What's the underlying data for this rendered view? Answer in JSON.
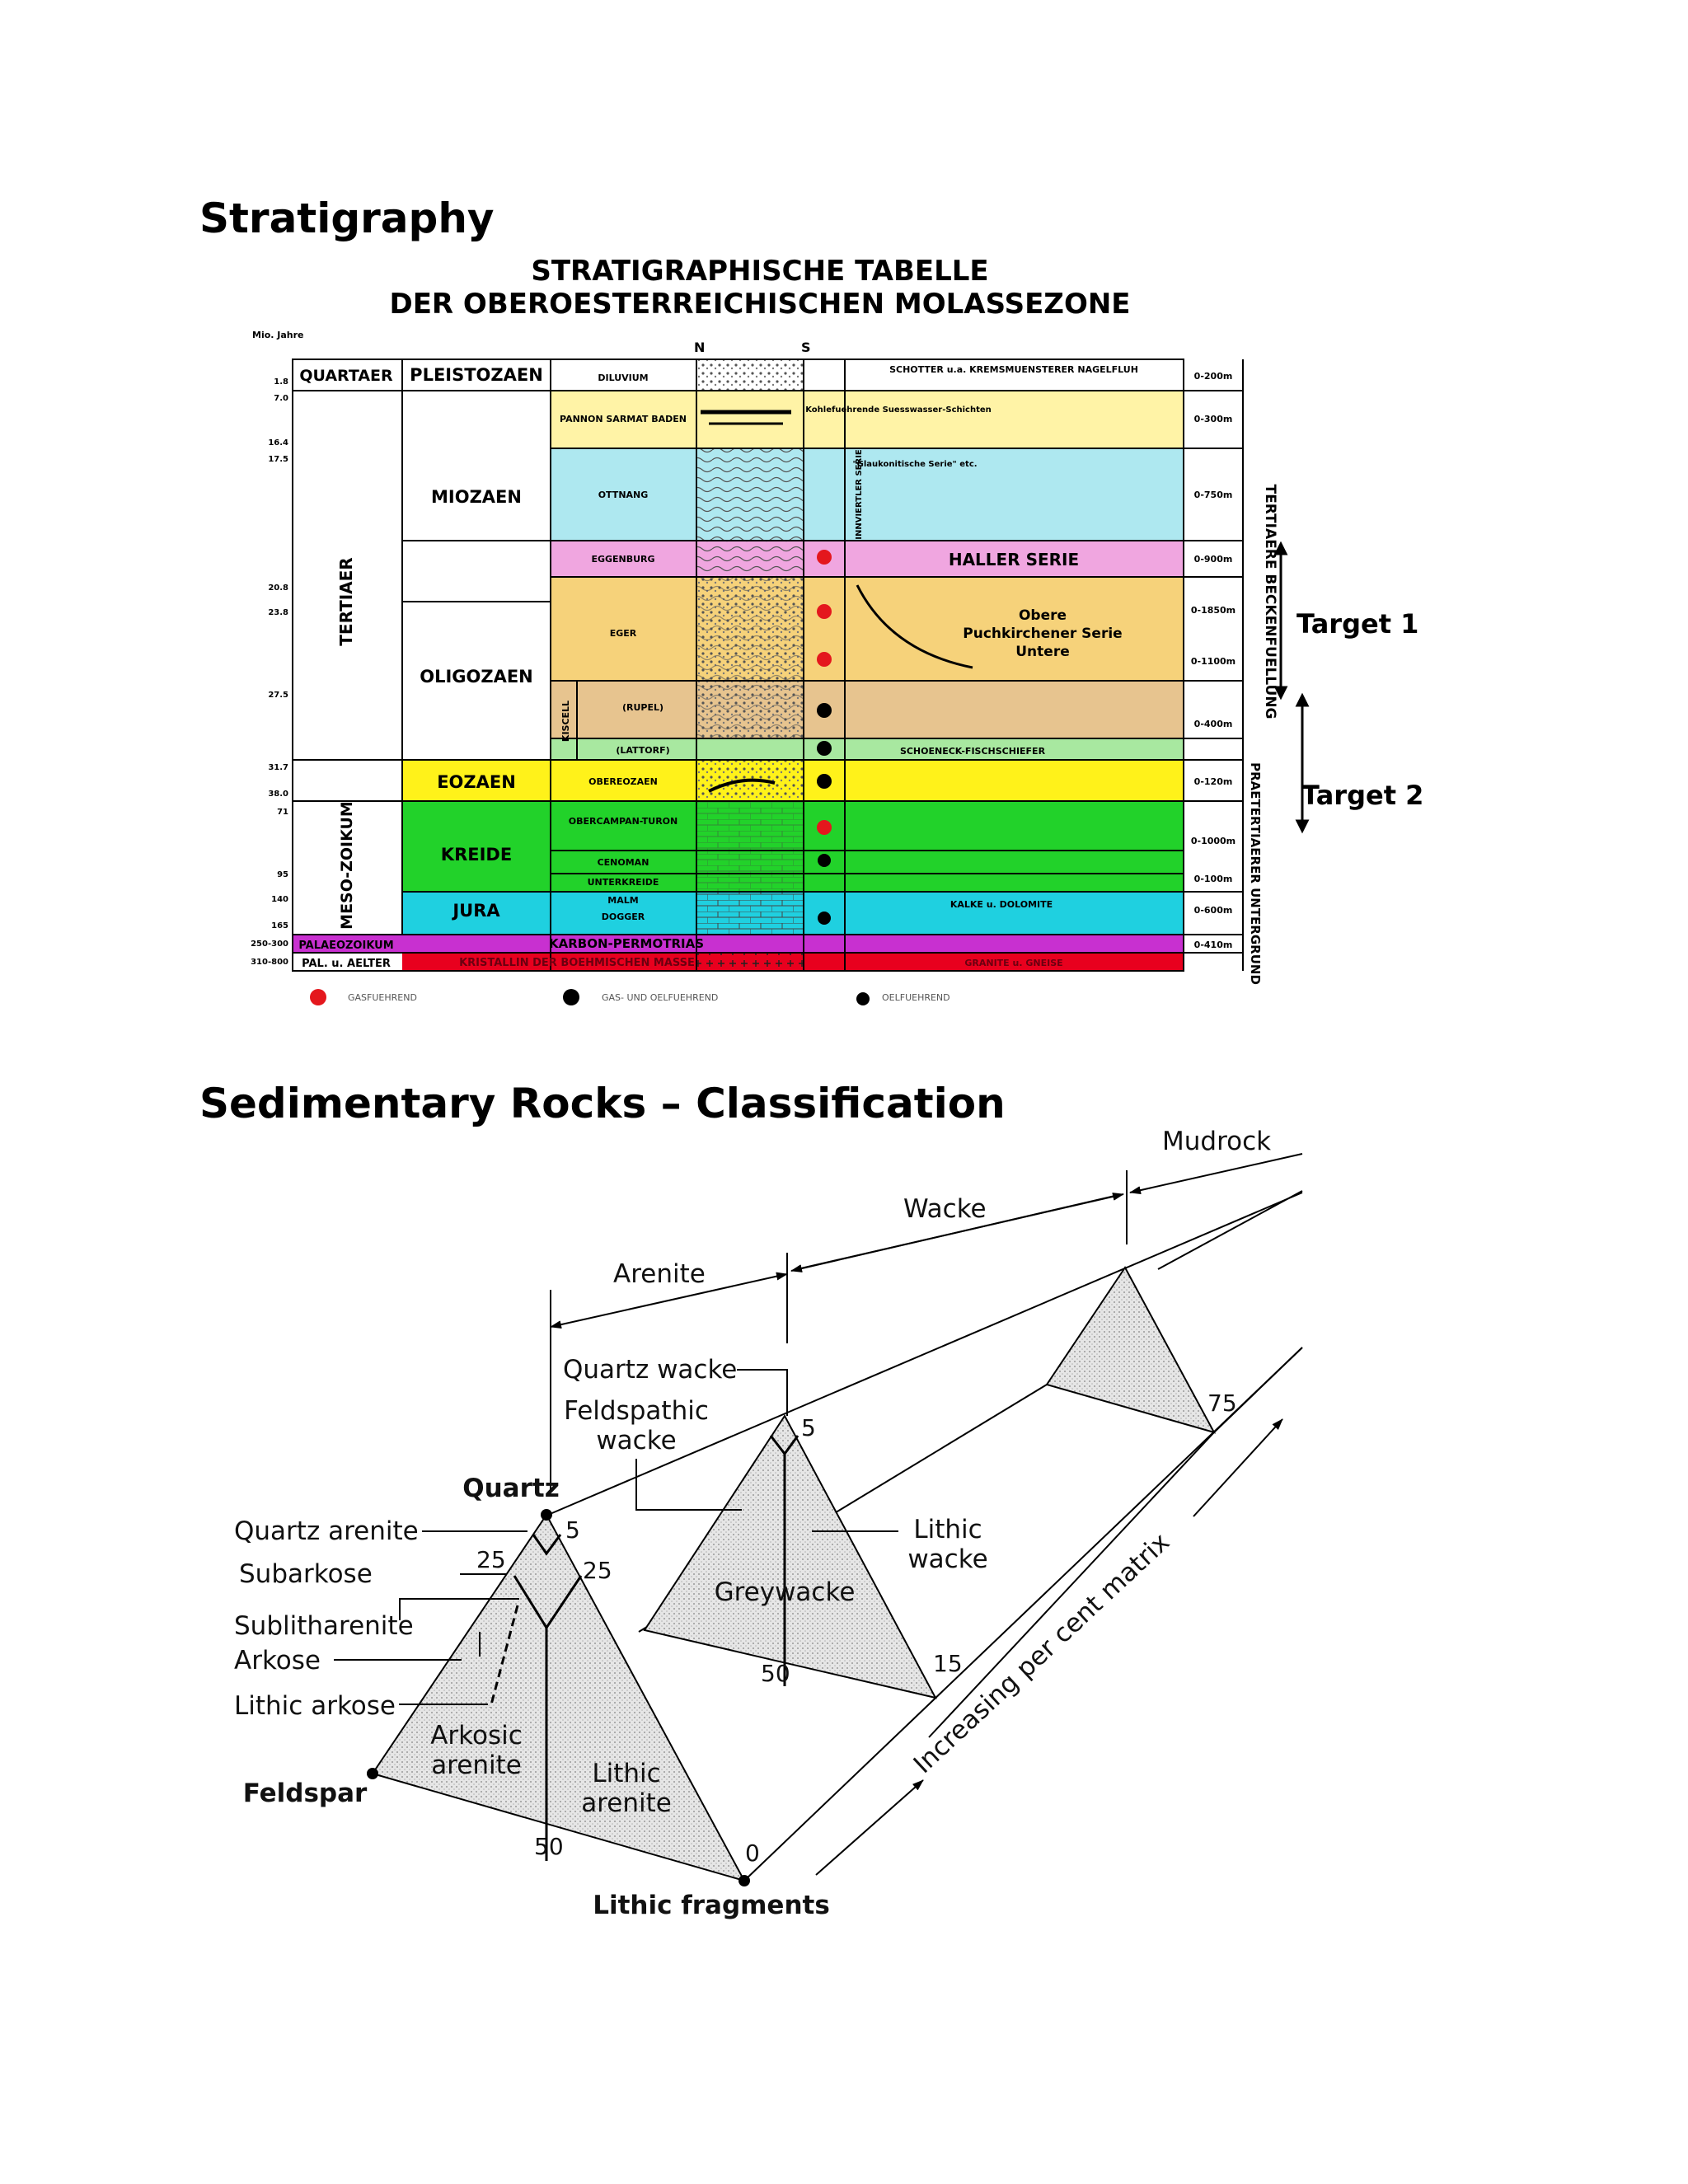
{
  "headings": {
    "stratigraphy": "Stratigraphy",
    "sedimentary": "Sedimentary Rocks – Classification"
  },
  "strat": {
    "title1": "STRATIGRAPHISCHE TABELLE",
    "title2": "DER OBEROESTERREICHISCHEN MOLASSEZONE",
    "mio_label": "Mio. Jahre",
    "ns": [
      "N",
      "S"
    ],
    "ages": [
      "1.8",
      "7.0",
      "16.4",
      "17.5",
      "20.8",
      "23.8",
      "27.5",
      "31.7",
      "38.0",
      "71",
      "95",
      "140",
      "165",
      "250-300",
      "310-800"
    ],
    "systems": {
      "quartaer": "QUARTAER",
      "tertiaer": "TERTIAER",
      "mesozoikum": "MESO-ZOIKUM",
      "palaeozoikum": "PALAEOZOIKUM",
      "palaelter": "PAL. u. AELTER"
    },
    "series": {
      "pleistozaen": "PLEISTOZAEN",
      "miozaen": "MIOZAEN",
      "oligozaen": "OLIGOZAEN",
      "eozaen": "EOZAEN",
      "kreide": "KREIDE",
      "jura": "JURA"
    },
    "stages": {
      "diluvium": "DILUVIUM",
      "pannon": "PANNON SARMAT BADEN",
      "ottnang": "OTTNANG",
      "eggenburg": "EGGENBURG",
      "eger": "EGER",
      "kiscell": "KISCELL",
      "rupel": "(RUPEL)",
      "lattorf": "(LATTORF)",
      "obereozaen": "OBEREOZAEN",
      "obercampan": "OBERCAMPAN-TURON",
      "cenoman": "CENOMAN",
      "unterkreide": "UNTERKREIDE",
      "malm": "MALM",
      "dogger": "DOGGER",
      "karbon": "KARBON-PERMOTRIAS",
      "kristallin": "KRISTALLIN DER BOEHMISCHEN MASSE"
    },
    "units": {
      "schotter": "SCHOTTER u.a. KREMSMUENSTERER NAGELFLUH",
      "kohle": "Kohlefuehrende Suesswasser-Schichten",
      "innviertler": "INNVIERTLER SERIE",
      "glauk": "\"Glaukonitische Serie\" etc.",
      "haller": "HALLER SERIE",
      "obere": "Obere",
      "puch": "Puchkirchener Serie",
      "untere": "Untere",
      "schoeneck": "SCHOENECK-FISCHSCHIEFER",
      "kalke": "KALKE u. DOLOMITE",
      "granite": "GRANITE u. GNEISE"
    },
    "thickness": [
      "0-200m",
      "0-300m",
      "0-750m",
      "0-900m",
      "0-1850m",
      "0-1100m",
      "0-400m",
      "0-120m",
      "0-1000m",
      "0-100m",
      "0-600m",
      "0-410m"
    ],
    "side": {
      "tertiaere": "TERTIAERE BECKENFUELLUNG",
      "praetertiaerer": "PRAETERTIAERER UNTERGRUND"
    },
    "targets": [
      "Target 1",
      "Target 2"
    ],
    "legend": [
      "GASFUEHREND",
      "GAS- UND OELFUEHREND",
      "OELFUEHREND"
    ],
    "colors": {
      "quartaer": "#ffffff",
      "pannon": "#fff3a6",
      "ottnang": "#aee8f0",
      "eggenburg": "#f0a6e0",
      "eger": "#f6d27a",
      "rupel": "#e7c48f",
      "lattorf": "#a8e8a0",
      "eozaen": "#fff21a",
      "kreide": "#22d22a",
      "jura": "#1fd0e0",
      "karbon": "#c830d0",
      "kristallin": "#e8001e",
      "gas": "#e4171d"
    }
  },
  "sed": {
    "mudrock": "Mudrock",
    "wacke": "Wacke",
    "arenite": "Arenite",
    "quartz_wacke": "Quartz wacke",
    "feldspathic_wacke": "Feldspathic wacke",
    "lithic_wacke": "Lithic wacke",
    "greywacke": "Greywacke",
    "quartz": "Quartz",
    "feldspar": "Feldspar",
    "lithic_fragments": "Lithic fragments",
    "quartz_arenite": "Quartz arenite",
    "subarkose": "Subarkose",
    "sublitharenite": "Sublitharenite",
    "arkose": "Arkose",
    "lithic_arkose": "Lithic arkose",
    "arkosic_arenite": "Arkosic arenite",
    "lithic_arenite": "Lithic arenite",
    "increasing": "Increasing per cent matrix",
    "n5a": "5",
    "n25a": "25",
    "n25b": "25",
    "n50a": "50",
    "n0": "0",
    "n5b": "5",
    "n50b": "50",
    "n15": "15",
    "n75": "75"
  }
}
